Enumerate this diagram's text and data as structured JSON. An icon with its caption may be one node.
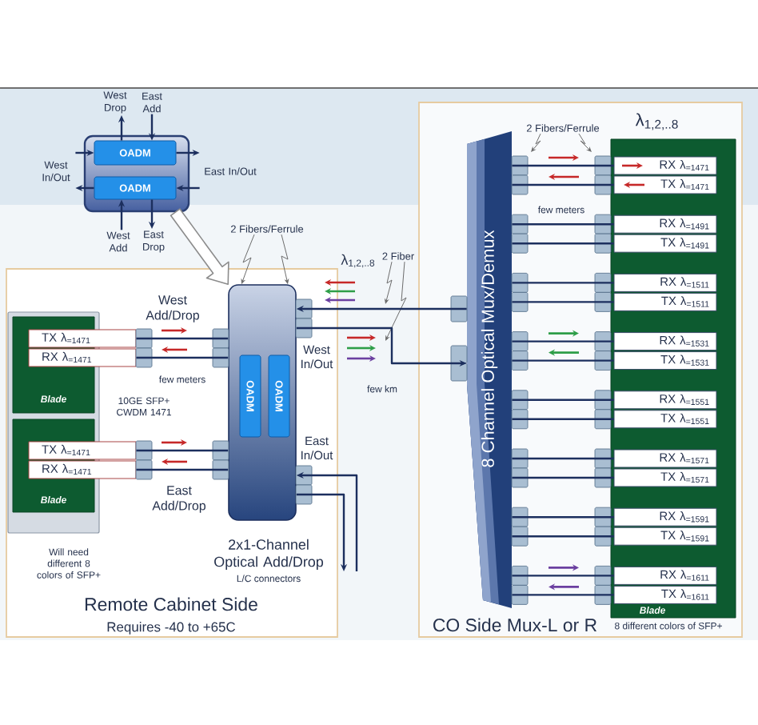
{
  "diagram": {
    "nodes": [
      {
        "text": [
          "West Drop"
        ]
      },
      {
        "text": [
          "East Add"
        ]
      },
      {
        "text": [],
        "shape": "box"
      },
      {
        "text": [
          "OADM"
        ],
        "in": 2
      },
      {
        "text": [
          "OADM"
        ],
        "in": 2
      },
      {
        "text": [
          "West In/Out"
        ]
      },
      {
        "text": [
          "East In/Out"
        ]
      },
      {
        "text": [
          "West Add"
        ]
      },
      {
        "text": [
          "East Drop"
        ]
      },
      {
        "text": [
          "2 Fibers/Ferrule"
        ]
      },
      {
        "text": [
          "2 Fiber"
        ]
      },
      {
        "text": [
          "Remote Cabinet Side",
          "Requires -40 to +65C"
        ]
      },
      {
        "text": [],
        "shape": "box",
        "in": 11
      },
      {
        "text": [
          "Blade"
        ],
        "in": 12
      },
      {
        "text": [
          "Blade"
        ],
        "in": 12
      },
      {
        "text": [
          "TX λ$_{=1471}$"
        ],
        "in": 11
      },
      {
        "text": [
          "RX λ$_{=1471}$"
        ],
        "in": 11
      },
      {
        "text": [
          "TX λ$_{=1471}$"
        ],
        "in": 11
      },
      {
        "text": [
          "RX λ$_{=1471}$"
        ],
        "in": 11
      },
      {
        "text": [
          "2x1-Channel Optical Add/Drop",
          "L/C connectors"
        ],
        "in": 11
      },
      {
        "text": [
          "OADM"
        ],
        "in": 19
      },
      {
        "text": [
          "OADM"
        ],
        "in": 19
      },
      {
        "text": [
          "CO Side Mux-L or R"
        ]
      },
      {
        "text": [
          "2 Fibers/Ferrule"
        ],
        "in": 22
      },
      {
        "text": [
          "8 Channel Optical Mux/Demux"
        ],
        "in": 22
      },
      {
        "text": [
          "Blade"
        ],
        "in": 22
      },
      {
        "text": [
          "RX λ$_{=1471}$"
        ],
        "in": 25
      },
      {
        "text": [
          "TX λ$_{=1471}$"
        ],
        "in": 25
      },
      {
        "text": [
          "RX λ$_{=1491}$"
        ],
        "in": 25
      },
      {
        "text": [
          "TX λ$_{=1491}$"
        ],
        "in": 25
      },
      {
        "text": [
          "RX λ$_{=1511}$"
        ],
        "in": 25
      },
      {
        "text": [
          "TX λ$_{=1511}$"
        ],
        "in": 25
      },
      {
        "text": [
          "RX λ$_{=1531}$"
        ],
        "in": 25
      },
      {
        "text": [
          "TX λ$_{=1531}$"
        ],
        "in": 25
      },
      {
        "text": [
          "RX λ$_{=1551}$"
        ],
        "in": 25
      },
      {
        "text": [
          "TX λ$_{=1551}$"
        ],
        "in": 25
      },
      {
        "text": [
          "RX λ$_{=1571}$"
        ],
        "in": 25
      },
      {
        "text": [
          "TX λ$_{=1571}$"
        ],
        "in": 25
      },
      {
        "text": [
          "RX λ$_{=1591}$"
        ],
        "in": 25
      },
      {
        "text": [
          "TX λ$_{=1591}$"
        ],
        "in": 25
      },
      {
        "text": [
          "RX λ$_{=1611}$"
        ],
        "in": 25
      },
      {
        "text": [
          "TX λ$_{=1611}$"
        ],
        "in": 25
      }
    ],
    "edges": [
      {
        "from": 3,
        "to": 0,
        "arrow": "to"
      },
      {
        "from": 1,
        "to": 3,
        "arrow": "to"
      },
      {
        "from": 5,
        "to": 3,
        "arrow": "to"
      },
      {
        "from": 3,
        "to": 6,
        "arrow": "to"
      },
      {
        "from": 6,
        "to": 4,
        "arrow": "to"
      },
      {
        "from": 4,
        "to": 5,
        "arrow": "to"
      },
      {
        "from": 7,
        "to": 4,
        "arrow": "to"
      },
      {
        "from": 4,
        "to": 8,
        "arrow": "to"
      },
      {
        "from": 2,
        "to": 19,
        "arrow": "to",
        "style": "thick"
      },
      {
        "from": 9,
        "to": 19,
        "arrow": "to",
        "color": "#6b6b6b"
      },
      {
        "from": 9,
        "to": 19,
        "arrow": "to",
        "color": "#6b6b6b"
      },
      {
        "from": 10,
        "to": null,
        "arrow": "to",
        "color": "#6b6b6b"
      },
      {
        "from": 10,
        "to": null,
        "arrow": "to",
        "color": "#6b6b6b"
      },
      {
        "from": 23,
        "to": null,
        "arrow": "to",
        "color": "#6b6b6b"
      },
      {
        "from": 23,
        "to": null,
        "arrow": "to",
        "color": "#6b6b6b"
      },
      {
        "from": 15,
        "to": 19,
        "arrow": "none"
      },
      {
        "from": 16,
        "to": 19,
        "arrow": "none"
      },
      {
        "from": 17,
        "to": 19,
        "arrow": "none"
      },
      {
        "from": 18,
        "to": 19,
        "arrow": "none"
      },
      {
        "from": 24,
        "to": 19,
        "arrow": "to"
      },
      {
        "from": 19,
        "to": 24,
        "arrow": "to"
      },
      {
        "from": null,
        "to": 19,
        "arrow": "to"
      },
      {
        "from": 19,
        "to": null,
        "arrow": "to"
      },
      {
        "from": 24,
        "to": 26,
        "arrow": "none"
      },
      {
        "from": 24,
        "to": 27,
        "arrow": "none"
      },
      {
        "from": 24,
        "to": 28,
        "arrow": "none"
      },
      {
        "from": 24,
        "to": 29,
        "arrow": "none"
      },
      {
        "from": 24,
        "to": 30,
        "arrow": "none"
      },
      {
        "from": 24,
        "to": 31,
        "arrow": "none"
      },
      {
        "from": 24,
        "to": 32,
        "arrow": "none"
      },
      {
        "from": 24,
        "to": 33,
        "arrow": "none"
      },
      {
        "from": 24,
        "to": 34,
        "arrow": "none"
      },
      {
        "from": 24,
        "to": 35,
        "arrow": "none"
      },
      {
        "from": 24,
        "to": 36,
        "arrow": "none"
      },
      {
        "from": 24,
        "to": 37,
        "arrow": "none"
      },
      {
        "from": 24,
        "to": 38,
        "arrow": "none"
      },
      {
        "from": 24,
        "to": 39,
        "arrow": "none"
      },
      {
        "from": 24,
        "to": 40,
        "arrow": "none"
      },
      {
        "from": 24,
        "to": 41,
        "arrow": "none"
      }
    ],
    "labels": [
      "West Add/Drop",
      "λ$_{1,2,..8}$",
      "West In/Out",
      "few meters",
      "few km",
      "10GE SFP+ CWDM 1471",
      "East In/Out",
      "East Add/Drop",
      "Will need different 8 colors of SFP+",
      "λ$_{1,2,..8}$",
      "few meters",
      "8 different colors of SFP+"
    ]
  }
}
